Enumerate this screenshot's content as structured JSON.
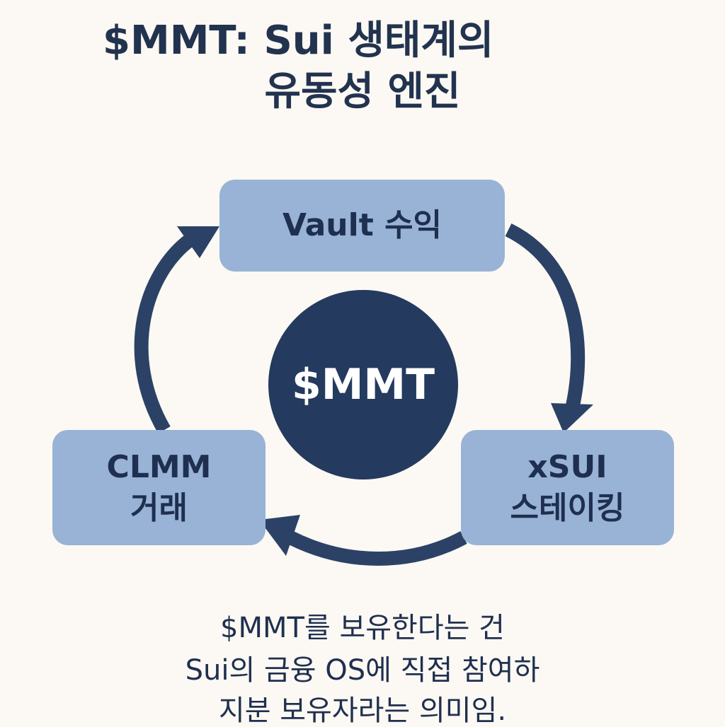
{
  "title": {
    "line1": "$MMT: Sui 생태계의",
    "line2": "유동성 엔진"
  },
  "cycle": {
    "top": "Vault 수익",
    "right": [
      "xSUI",
      "스테이킹"
    ],
    "left": [
      "CLMM",
      "거래"
    ],
    "center": "$MMT"
  },
  "caption": {
    "line1": "$MMT를 보유한다는 건",
    "line2": "Sui의 금융 OS에 직접 참여하",
    "line3": "지분 보유자라는 의미임."
  },
  "colors": {
    "background": "#fcf8f3",
    "box_fill": "#98b3d6",
    "arrow": "#2b4266",
    "circle": "#243a5e"
  }
}
